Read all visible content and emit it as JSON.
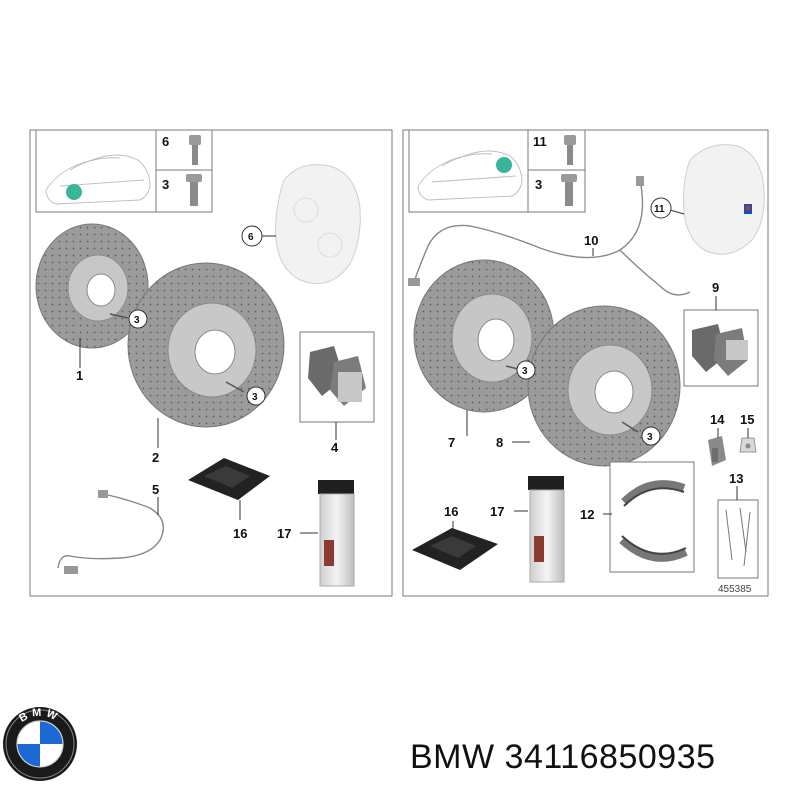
{
  "brand": {
    "text": "BMW 34116850935",
    "logo_letters": "BMW",
    "colors": {
      "blue": "#1c69d4",
      "ring": "#1a1a1a"
    }
  },
  "diagram": {
    "reference_number": "455385",
    "colors": {
      "teal_marker": "#39b59c",
      "disc": "#9a9a9a",
      "frame": "#7a7a7a"
    },
    "left_panel": {
      "inset_labels": [
        "6",
        "3"
      ],
      "callouts": [
        "1",
        "2",
        "3",
        "3",
        "4",
        "5",
        "6",
        "16",
        "17"
      ]
    },
    "right_panel": {
      "inset_labels": [
        "11",
        "3"
      ],
      "callouts": [
        "3",
        "3",
        "7",
        "8",
        "9",
        "10",
        "11",
        "12",
        "13",
        "14",
        "15",
        "16",
        "17"
      ]
    }
  }
}
